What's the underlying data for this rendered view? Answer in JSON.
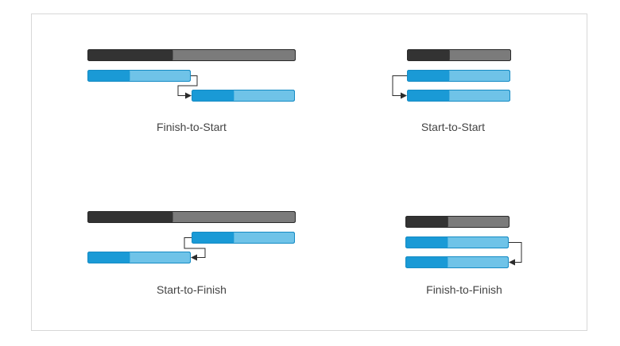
{
  "colors": {
    "summary_done": "#333333",
    "summary_remaining": "#7b7b7b",
    "task_done": "#1a9ad6",
    "task_remaining": "#6fc3e8",
    "task_border": "#158bc4",
    "connector": "#2b2b2b",
    "frame_border": "#d7d7d7"
  },
  "panels": [
    {
      "id": "finish-to-start",
      "label": "Finish-to-Start",
      "summary_progress": 0.41,
      "task_a_progress": 0.41,
      "task_b_progress": 0.41
    },
    {
      "id": "start-to-start",
      "label": "Start-to-Start",
      "summary_progress": 0.41,
      "task_a_progress": 0.41,
      "task_b_progress": 0.41
    },
    {
      "id": "start-to-finish",
      "label": "Start-to-Finish",
      "summary_progress": 0.41,
      "task_a_progress": 0.41,
      "task_b_progress": 0.41
    },
    {
      "id": "finish-to-finish",
      "label": "Finish-to-Finish",
      "summary_progress": 0.41,
      "task_a_progress": 0.41,
      "task_b_progress": 0.41
    }
  ]
}
